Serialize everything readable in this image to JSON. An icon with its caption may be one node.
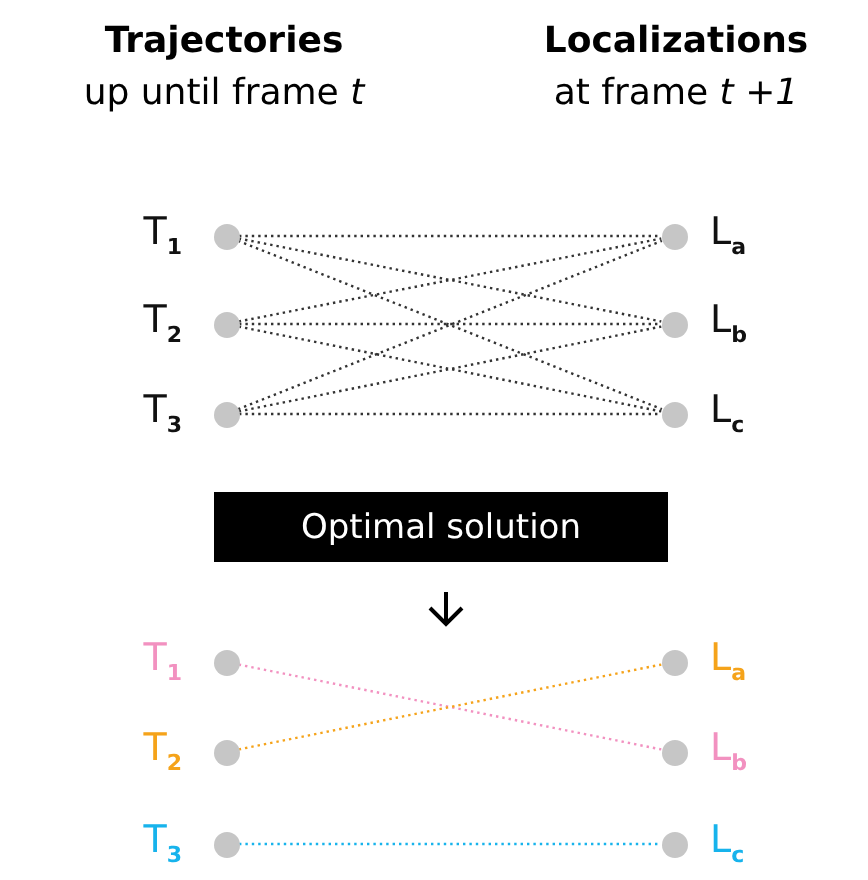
{
  "diagram": {
    "nodes": [
      {
        "text": [],
        "shape": "circle",
        "beside": [
          "T$_{1}$"
        ]
      },
      {
        "text": [],
        "shape": "circle",
        "beside": [
          "L$_{a}$"
        ]
      },
      {
        "text": [],
        "shape": "circle",
        "beside": [
          "T$_{2}$"
        ]
      },
      {
        "text": [],
        "shape": "circle",
        "beside": [
          "L$_{b}$"
        ]
      },
      {
        "text": [],
        "shape": "circle",
        "beside": [
          "T$_{3}$"
        ]
      },
      {
        "text": [],
        "shape": "circle",
        "beside": [
          "L$_{c}$"
        ]
      },
      {
        "text": [
          "Optimal solution"
        ]
      },
      {
        "text": [],
        "shape": "circle",
        "beside": [
          "T$_{1}$"
        ]
      },
      {
        "text": [],
        "shape": "circle",
        "beside": [
          "L$_{a}$"
        ]
      },
      {
        "text": [],
        "shape": "circle",
        "beside": [
          "T$_{2}$"
        ]
      },
      {
        "text": [],
        "shape": "circle",
        "beside": [
          "L$_{b}$"
        ]
      },
      {
        "text": [],
        "shape": "circle",
        "beside": [
          "T$_{3}$"
        ]
      },
      {
        "text": [],
        "shape": "circle",
        "beside": [
          "L$_{c}$"
        ]
      }
    ],
    "edges": [
      {
        "from": 0,
        "to": 1,
        "arrow": "none",
        "style": "dashed"
      },
      {
        "from": 0,
        "to": 3,
        "arrow": "none",
        "style": "dashed"
      },
      {
        "from": 0,
        "to": 5,
        "arrow": "none",
        "style": "dashed"
      },
      {
        "from": 2,
        "to": 1,
        "arrow": "none",
        "style": "dashed"
      },
      {
        "from": 2,
        "to": 3,
        "arrow": "none",
        "style": "dashed"
      },
      {
        "from": 2,
        "to": 5,
        "arrow": "none",
        "style": "dashed"
      },
      {
        "from": 4,
        "to": 1,
        "arrow": "none",
        "style": "dashed"
      },
      {
        "from": 4,
        "to": 3,
        "arrow": "none",
        "style": "dashed"
      },
      {
        "from": 4,
        "to": 5,
        "arrow": "none",
        "style": "dashed"
      },
      {
        "from": 7,
        "to": 10,
        "arrow": "none",
        "style": "dashed",
        "color": "#f291c0"
      },
      {
        "from": 9,
        "to": 8,
        "arrow": "none",
        "style": "dashed",
        "color": "#f5a31a"
      },
      {
        "from": 11,
        "to": 12,
        "arrow": "none",
        "style": "dashed",
        "color": "#17b3ec"
      }
    ],
    "labels": [
      "Trajectories",
      "Localizations",
      "up until frame *t*",
      "at frame *t +1*"
    ]
  }
}
